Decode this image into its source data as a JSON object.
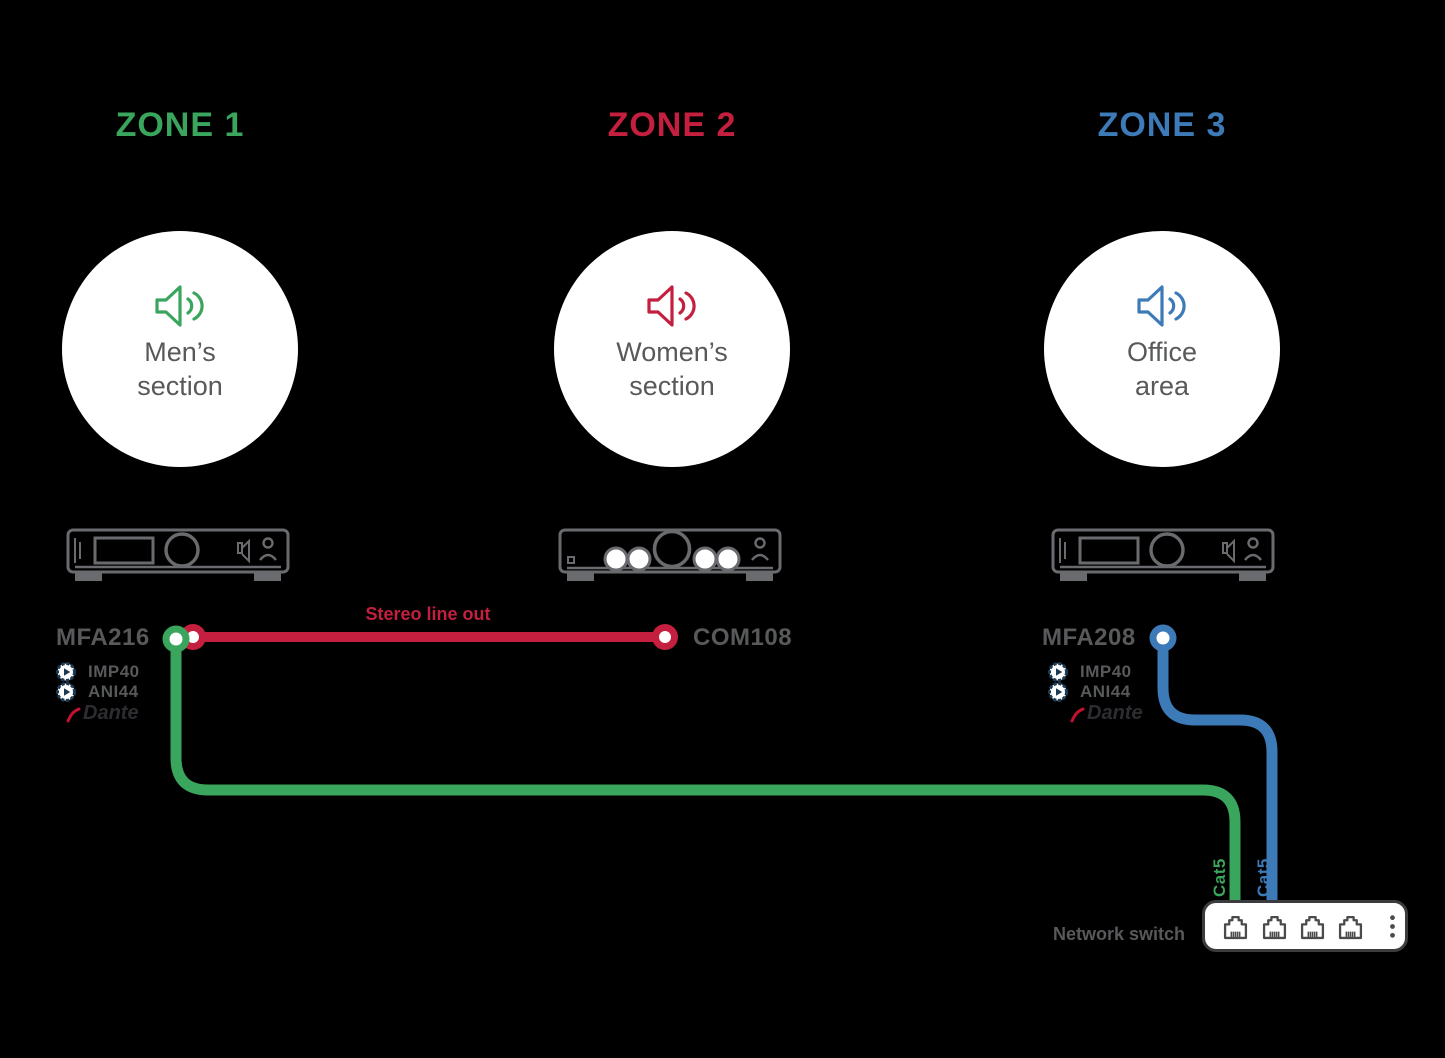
{
  "colors": {
    "bg": "#000000",
    "green": "#3aa55c",
    "red": "#c41f3e",
    "blue": "#3d7ab8",
    "text_gray": "#58595b",
    "device_gray": "#6a6b6e",
    "module_navy": "#1b3a55",
    "dante_dark": "#2d2d31",
    "switch_border": "#3c3c3e",
    "port_gray": "#4a4b4d",
    "white": "#ffffff"
  },
  "zones": [
    {
      "title": "ZONE 1",
      "area_line1": "Men’s",
      "area_line2": "section",
      "device_label": "MFA216",
      "module1": "IMP40",
      "module2": "ANI44",
      "dante_label": "Dante"
    },
    {
      "title": "ZONE 2",
      "area_line1": "Women’s",
      "area_line2": "section",
      "device_label": "COM108"
    },
    {
      "title": "ZONE 3",
      "area_line1": "Office",
      "area_line2": "area",
      "device_label": "MFA208",
      "module1": "IMP40",
      "module2": "ANI44",
      "dante_label": "Dante"
    }
  ],
  "cables": {
    "stereo_label": "Stereo line out",
    "green_cat_label": "Cat5",
    "blue_cat_label": "Cat5"
  },
  "network_switch": {
    "label": "Network switch",
    "port_count": 4
  }
}
